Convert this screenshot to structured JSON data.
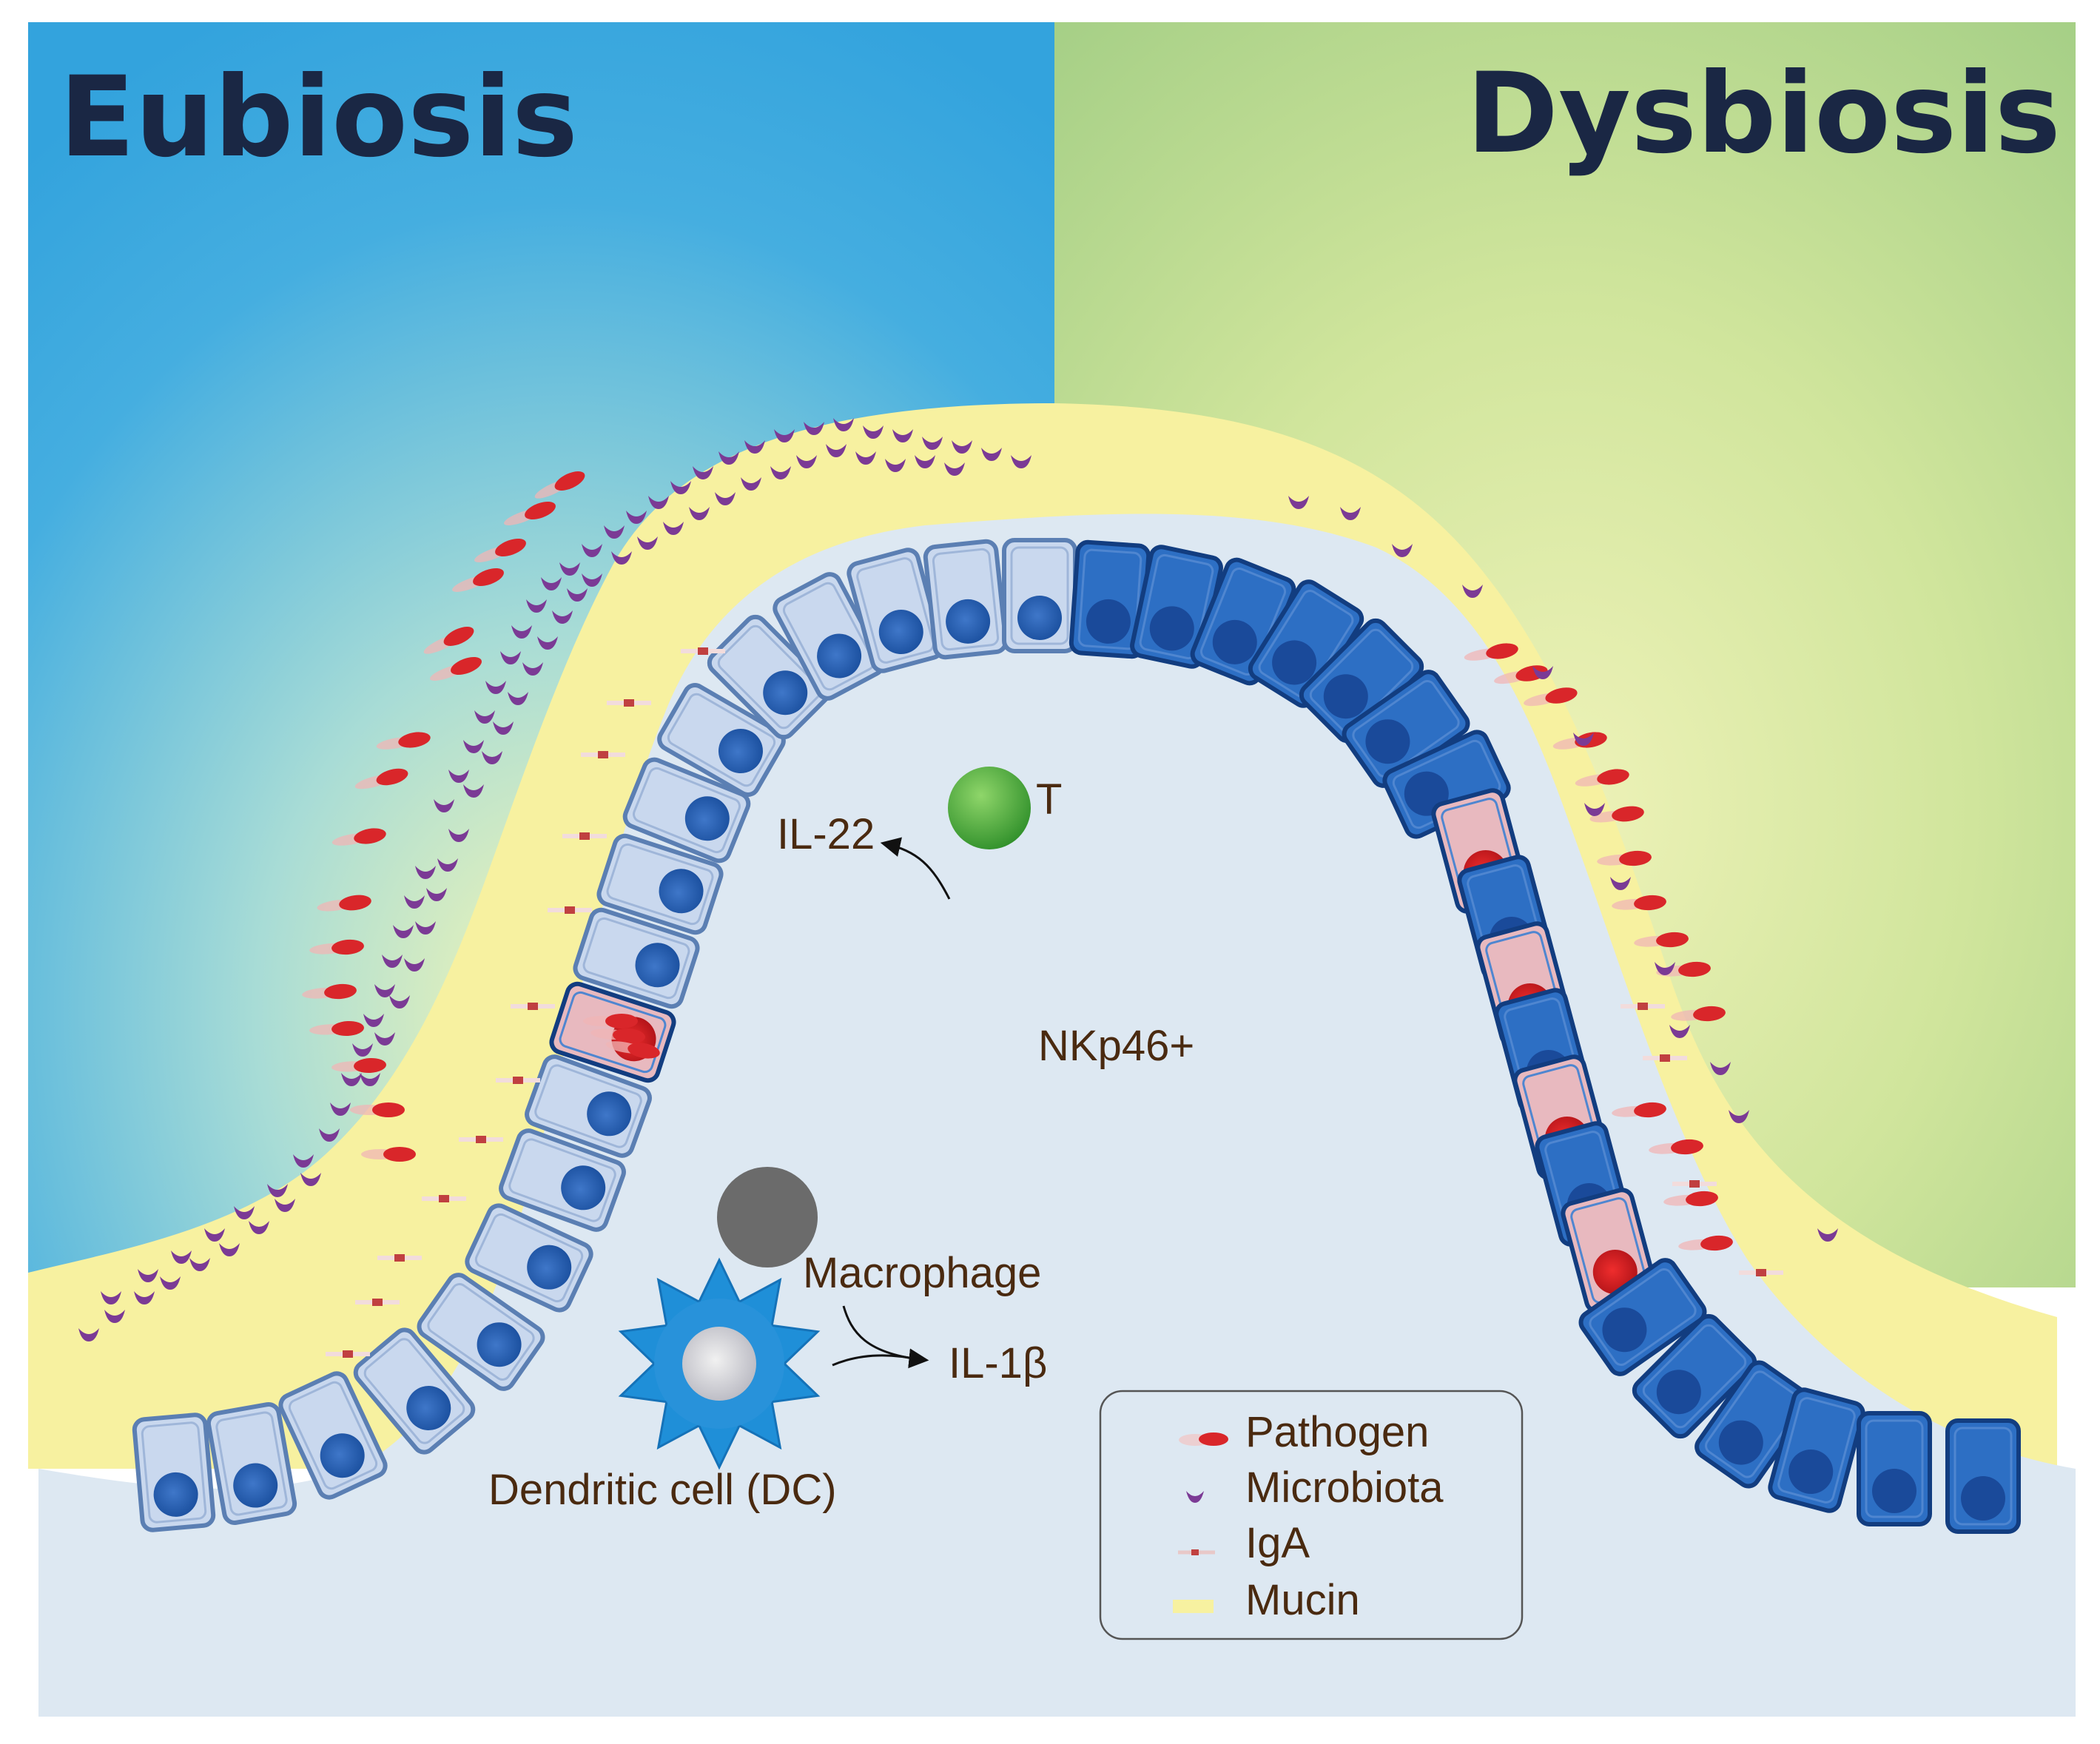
{
  "panels": {
    "left_title": "Eubiosis",
    "right_title": "Dysbiosis"
  },
  "cells": {
    "t_cell": "T",
    "il22": "IL-22",
    "nkp46": "NKp46+",
    "macrophage": "Macrophage",
    "il1b": "IL-1β",
    "dendritic": "Dendritic cell (DC)"
  },
  "legend": {
    "items": [
      {
        "icon": "pathogen-icon",
        "label": "Pathogen"
      },
      {
        "icon": "microbiota-icon",
        "label": "Microbiota"
      },
      {
        "icon": "iga-icon",
        "label": "IgA"
      },
      {
        "icon": "mucin-icon",
        "label": "Mucin"
      }
    ]
  },
  "colors": {
    "eubiosis_bg": "#3aa8e0",
    "dysbiosis_bg": "#a8d08a",
    "tissue": "#dde8f2",
    "mucin": "#f7f1a0",
    "microbiota": "#7b3a95",
    "pathogen": "#d9262a",
    "healthy_cell": "#c9d8ee",
    "dysbiotic_cell": "#1f63b8",
    "t_cell": "#3fa535",
    "macrophage": "#6b6b6b",
    "dendritic": "#1f8fd8"
  }
}
